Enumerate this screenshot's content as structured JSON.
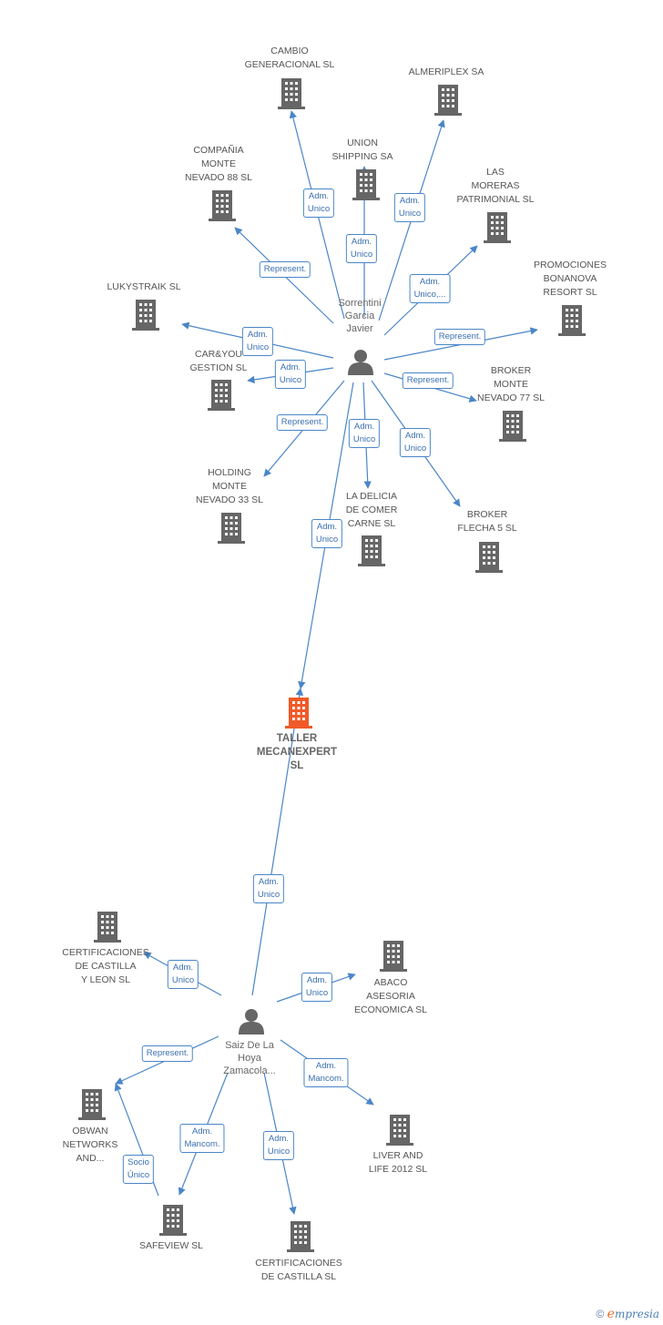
{
  "colors": {
    "edge": "#4a86c8",
    "node": "#666666",
    "main_node": "#f05a28"
  },
  "nodes": [
    {
      "id": "cambio",
      "type": "company",
      "label": "CAMBIO\nGENERACIONAL SL"
    },
    {
      "id": "almeriplex",
      "type": "company",
      "label": "ALMERIPLEX SA"
    },
    {
      "id": "union",
      "type": "company",
      "label": "UNION\nSHIPPING SA"
    },
    {
      "id": "compania",
      "type": "company",
      "label": "COMPAÑIA\nMONTE\nNEVADO 88 SL"
    },
    {
      "id": "moreras",
      "type": "company",
      "label": "LAS\nMORERAS\nPATRIMONIAL SL"
    },
    {
      "id": "promociones",
      "type": "company",
      "label": "PROMOCIONES\nBONANOVA\nRESORT SL"
    },
    {
      "id": "lukystraik",
      "type": "company",
      "label": "LUKYSTRAIK SL"
    },
    {
      "id": "caryou",
      "type": "company",
      "label": "CAR&YOU\nGESTION SL"
    },
    {
      "id": "broker77",
      "type": "company",
      "label": "BROKER\nMONTE\nNEVADO 77 SL"
    },
    {
      "id": "holding",
      "type": "company",
      "label": "HOLDING\nMONTE\nNEVADO 33 SL"
    },
    {
      "id": "delicia",
      "type": "company",
      "label": "LA DELICIA\nDE COMER\nCARNE SL"
    },
    {
      "id": "broker5",
      "type": "company",
      "label": "BROKER\nFLECHA 5 SL"
    },
    {
      "id": "taller",
      "type": "main",
      "label": "TALLER\nMECANEXPERT\nSL"
    },
    {
      "id": "sorrentini",
      "type": "person",
      "label": "Sorrentini\nGarcia\nJavier"
    },
    {
      "id": "saiz",
      "type": "person",
      "label": "Saiz De La\nHoya\nZamacola..."
    },
    {
      "id": "certcyl",
      "type": "company",
      "label": "CERTIFICACIONES\nDE CASTILLA\nY LEON SL"
    },
    {
      "id": "abaco",
      "type": "company",
      "label": "ABACO\nASESORIA\nECONOMICA SL"
    },
    {
      "id": "obwan",
      "type": "company",
      "label": "OBWAN\nNETWORKS\nAND..."
    },
    {
      "id": "liver",
      "type": "company",
      "label": "LIVER AND\nLIFE 2012 SL"
    },
    {
      "id": "safeview",
      "type": "company",
      "label": "SAFEVIEW  SL"
    },
    {
      "id": "certcas",
      "type": "company",
      "label": "CERTIFICACIONES\nDE CASTILLA SL"
    }
  ],
  "edges": [
    {
      "from": "sorrentini",
      "to": "cambio",
      "label": "Adm.\nUnico"
    },
    {
      "from": "sorrentini",
      "to": "almeriplex",
      "label": "Adm.\nUnico"
    },
    {
      "from": "sorrentini",
      "to": "union",
      "label": "Adm.\nUnico"
    },
    {
      "from": "sorrentini",
      "to": "compania",
      "label": "Represent."
    },
    {
      "from": "sorrentini",
      "to": "moreras",
      "label": "Adm.\nUnico,..."
    },
    {
      "from": "sorrentini",
      "to": "promociones",
      "label": "Represent."
    },
    {
      "from": "sorrentini",
      "to": "lukystraik",
      "label": "Adm.\nUnico"
    },
    {
      "from": "sorrentini",
      "to": "caryou",
      "label": "Adm.\nUnico"
    },
    {
      "from": "sorrentini",
      "to": "broker77",
      "label": "Represent."
    },
    {
      "from": "sorrentini",
      "to": "holding",
      "label": "Represent."
    },
    {
      "from": "sorrentini",
      "to": "delicia",
      "label": "Adm.\nUnico"
    },
    {
      "from": "sorrentini",
      "to": "broker5",
      "label": "Adm.\nUnico"
    },
    {
      "from": "sorrentini",
      "to": "taller",
      "label": "Adm.\nUnico"
    },
    {
      "from": "saiz",
      "to": "taller",
      "label": "Adm.\nUnico"
    },
    {
      "from": "saiz",
      "to": "certcyl",
      "label": "Adm.\nUnico"
    },
    {
      "from": "saiz",
      "to": "abaco",
      "label": "Adm.\nUnico"
    },
    {
      "from": "saiz",
      "to": "obwan",
      "label": "Represent."
    },
    {
      "from": "saiz",
      "to": "liver",
      "label": "Adm.\nMancom."
    },
    {
      "from": "saiz",
      "to": "safeview",
      "label": "Adm.\nMancom."
    },
    {
      "from": "saiz",
      "to": "certcas",
      "label": "Adm.\nUnico"
    },
    {
      "from": "safeview",
      "to": "obwan",
      "label": "Socio\nÚnico"
    }
  ],
  "footer": {
    "copyright": "©",
    "brand_initial": "e",
    "brand_rest": "mpresia"
  }
}
